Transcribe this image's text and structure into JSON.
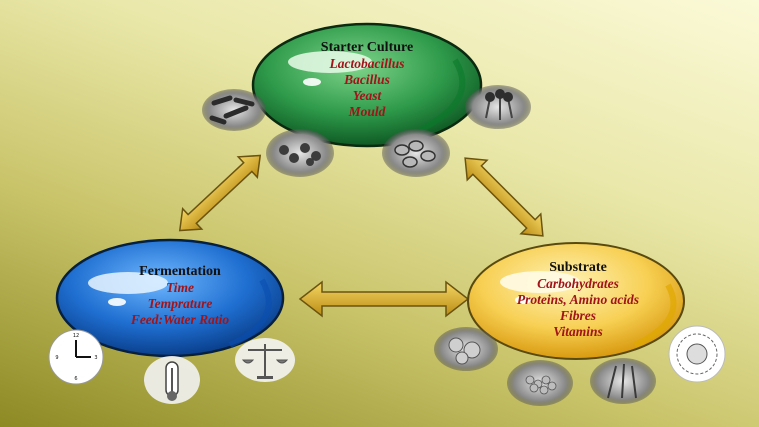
{
  "nodes": {
    "starter": {
      "title": "Starter Culture",
      "items": [
        "Lactobacillus",
        "Bacillus",
        "Yeast",
        "Mould"
      ],
      "color": "#2e9a4a"
    },
    "fermentation": {
      "title": "Fermentation",
      "items": [
        "Time",
        "Temprature",
        "Feed:Water Ratio"
      ],
      "color": "#1f6fd1"
    },
    "substrate": {
      "title": "Substrate",
      "items": [
        "Carbohydrates",
        "Proteins, Amino acids",
        "Fibres",
        "Vitamins"
      ],
      "color": "#f4c23e"
    }
  },
  "icons": {
    "starter": [
      "bacteria-rods-icon",
      "bacteria-chain-icon",
      "yeast-cells-icon",
      "mould-spores-icon"
    ],
    "fermentation": [
      "clock-icon",
      "thermometer-icon",
      "balance-scale-icon"
    ],
    "substrate": [
      "grain-icon",
      "seeds-icon",
      "wheat-icon",
      "nutrient-chart-icon"
    ]
  },
  "colors": {
    "arrow": "#d8b02a",
    "arrow_stroke": "#6b5410",
    "item_text": "#a0141a"
  }
}
